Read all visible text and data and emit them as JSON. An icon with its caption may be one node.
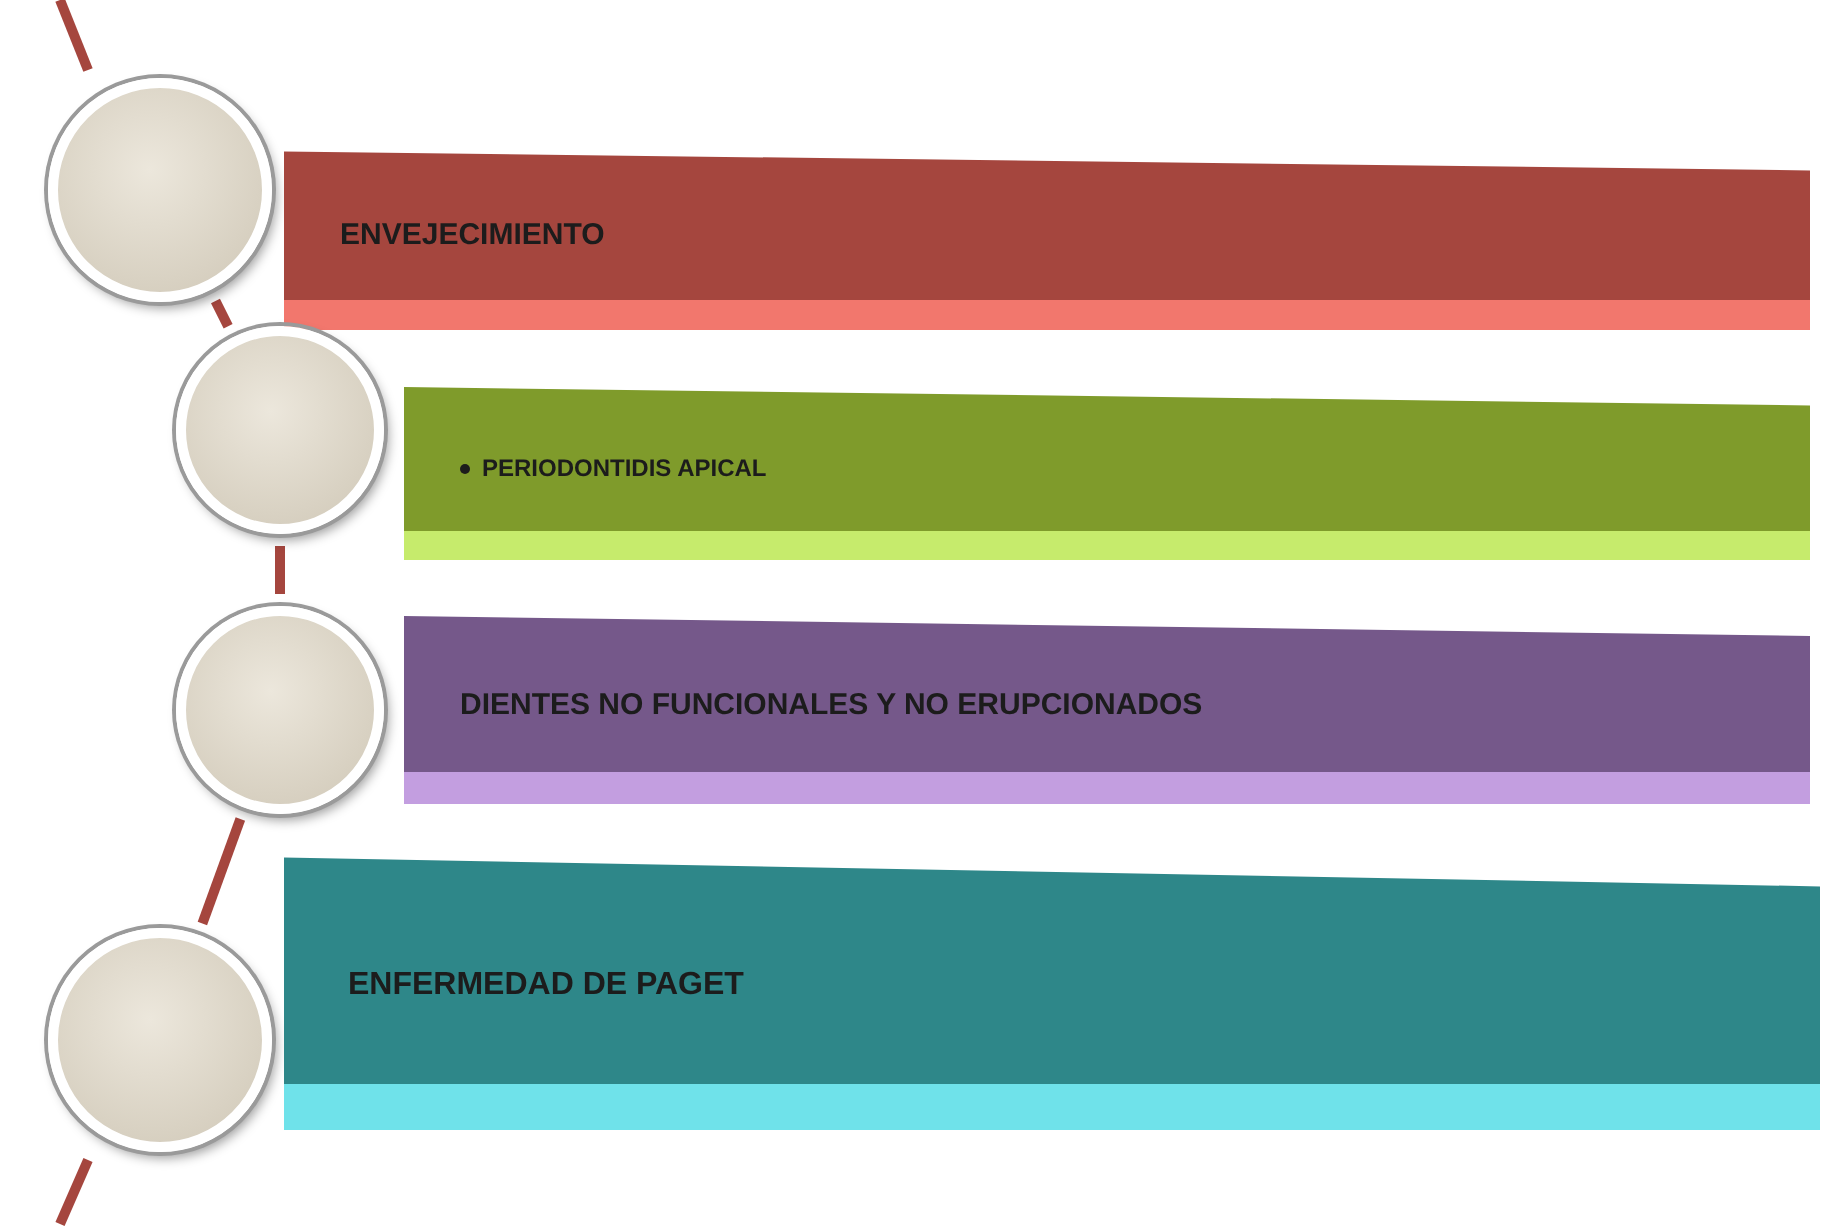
{
  "diagram": {
    "nodes": [
      {
        "text": [],
        "shape": "circle"
      },
      {
        "text": [
          "ENVEJECIMIENTO"
        ]
      },
      {
        "text": [],
        "shape": "circle"
      },
      {
        "text": [
          "PERIODONTIDIS APICAL"
        ]
      },
      {
        "text": [],
        "shape": "circle"
      },
      {
        "text": [
          "DIENTES NO FUNCIONALES Y NO ERUPCIONADOS"
        ]
      },
      {
        "text": [],
        "shape": "circle"
      },
      {
        "text": [
          "ENFERMEDAD DE PAGET"
        ]
      }
    ],
    "edges": [
      {
        "from": null,
        "to": 0,
        "arrow": "none"
      },
      {
        "from": 0,
        "to": 2,
        "arrow": "none"
      },
      {
        "from": 2,
        "to": 4,
        "arrow": "none"
      },
      {
        "from": 4,
        "to": 6,
        "arrow": "none"
      },
      {
        "from": 6,
        "to": null,
        "arrow": "none"
      }
    ]
  }
}
